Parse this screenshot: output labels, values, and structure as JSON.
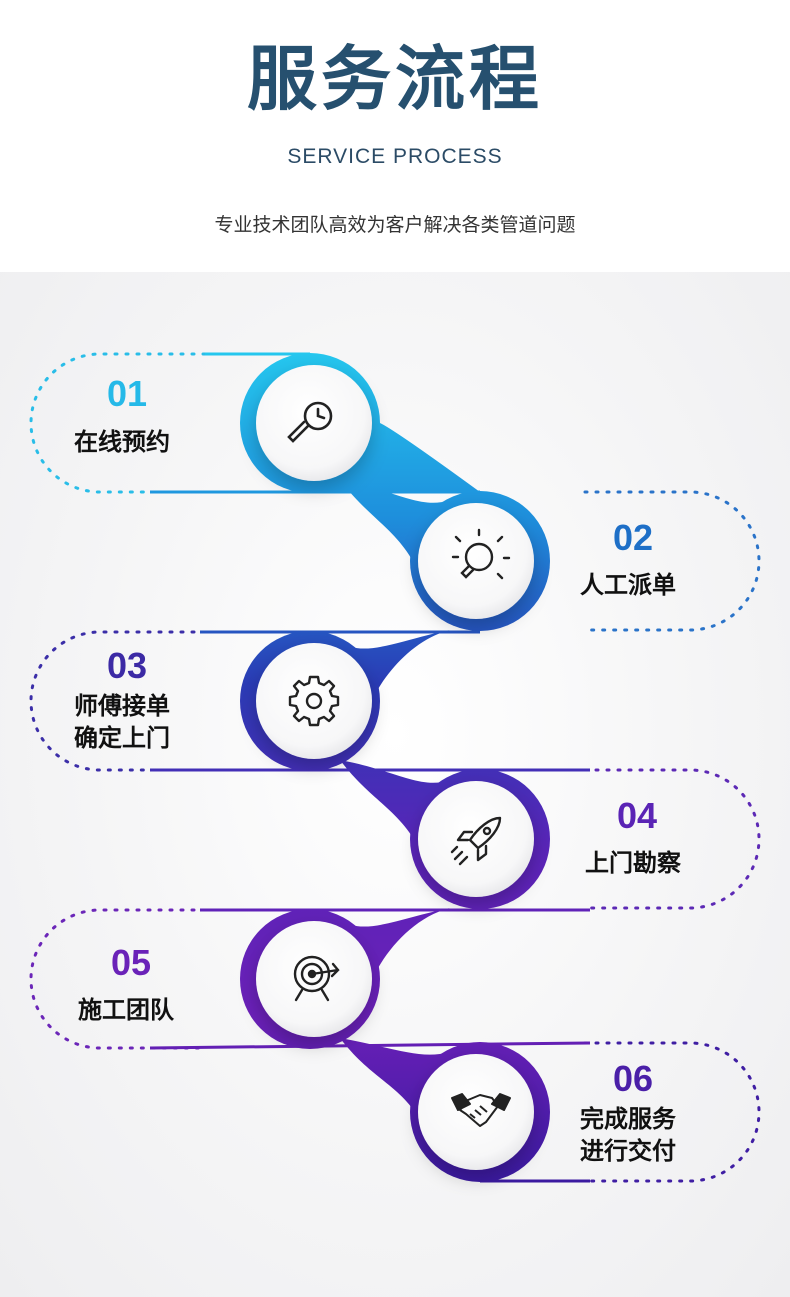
{
  "header": {
    "title": "服务流程",
    "subtitle": "SERVICE PROCESS",
    "description": "专业技术团队高效为客户解决各类管道问题"
  },
  "steps": [
    {
      "number": "01",
      "line1": "在线预约",
      "line2": "",
      "icon": "search-clock-icon",
      "color": "#1fb5e5"
    },
    {
      "number": "02",
      "line1": "人工派单",
      "line2": "",
      "icon": "lightbulb-icon",
      "color": "#1e6fc7"
    },
    {
      "number": "03",
      "line1": "师傅接单",
      "line2": "确定上门",
      "icon": "gear-icon",
      "color": "#3c2aa5"
    },
    {
      "number": "04",
      "line1": "上门勘察",
      "line2": "",
      "icon": "rocket-icon",
      "color": "#5a24b5"
    },
    {
      "number": "05",
      "line1": "施工团队",
      "line2": "",
      "icon": "target-icon",
      "color": "#6a22b8"
    },
    {
      "number": "06",
      "line1": "完成服务",
      "line2": "进行交付",
      "icon": "handshake-icon",
      "color": "#4a1fa8"
    }
  ]
}
